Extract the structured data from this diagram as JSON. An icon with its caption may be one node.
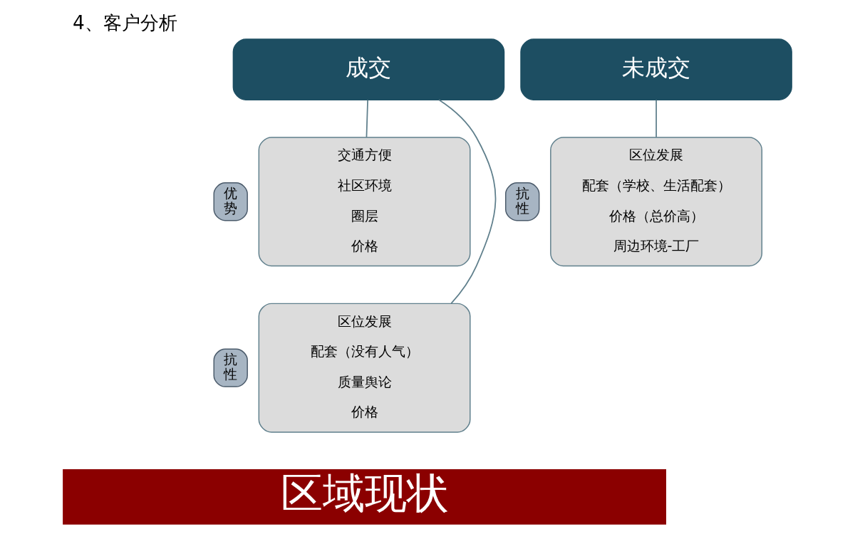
{
  "diagram": {
    "title": "4、客户分析",
    "nodes": [
      {
        "text": [
          "成交"
        ]
      },
      {
        "text": [
          "优势"
        ]
      },
      {
        "text": [
          "交通方便",
          "社区环境",
          "圈层",
          "价格"
        ]
      },
      {
        "text": [
          "抗性"
        ]
      },
      {
        "text": [
          "区位发展",
          "配套（没有人气）",
          "质量舆论",
          "价格"
        ]
      },
      {
        "text": [
          "未成交"
        ]
      },
      {
        "text": [
          "抗性"
        ]
      },
      {
        "text": [
          "区位发展",
          "配套（学校、生活配套）",
          "价格（总价高）",
          "周边环境-工厂"
        ]
      }
    ],
    "edges": [
      {
        "from": 0,
        "to": 2,
        "arrow": "none"
      },
      {
        "from": 0,
        "to": 4,
        "arrow": "none"
      },
      {
        "from": 5,
        "to": 7,
        "arrow": "none"
      }
    ],
    "labels": [
      "区域现状"
    ]
  }
}
